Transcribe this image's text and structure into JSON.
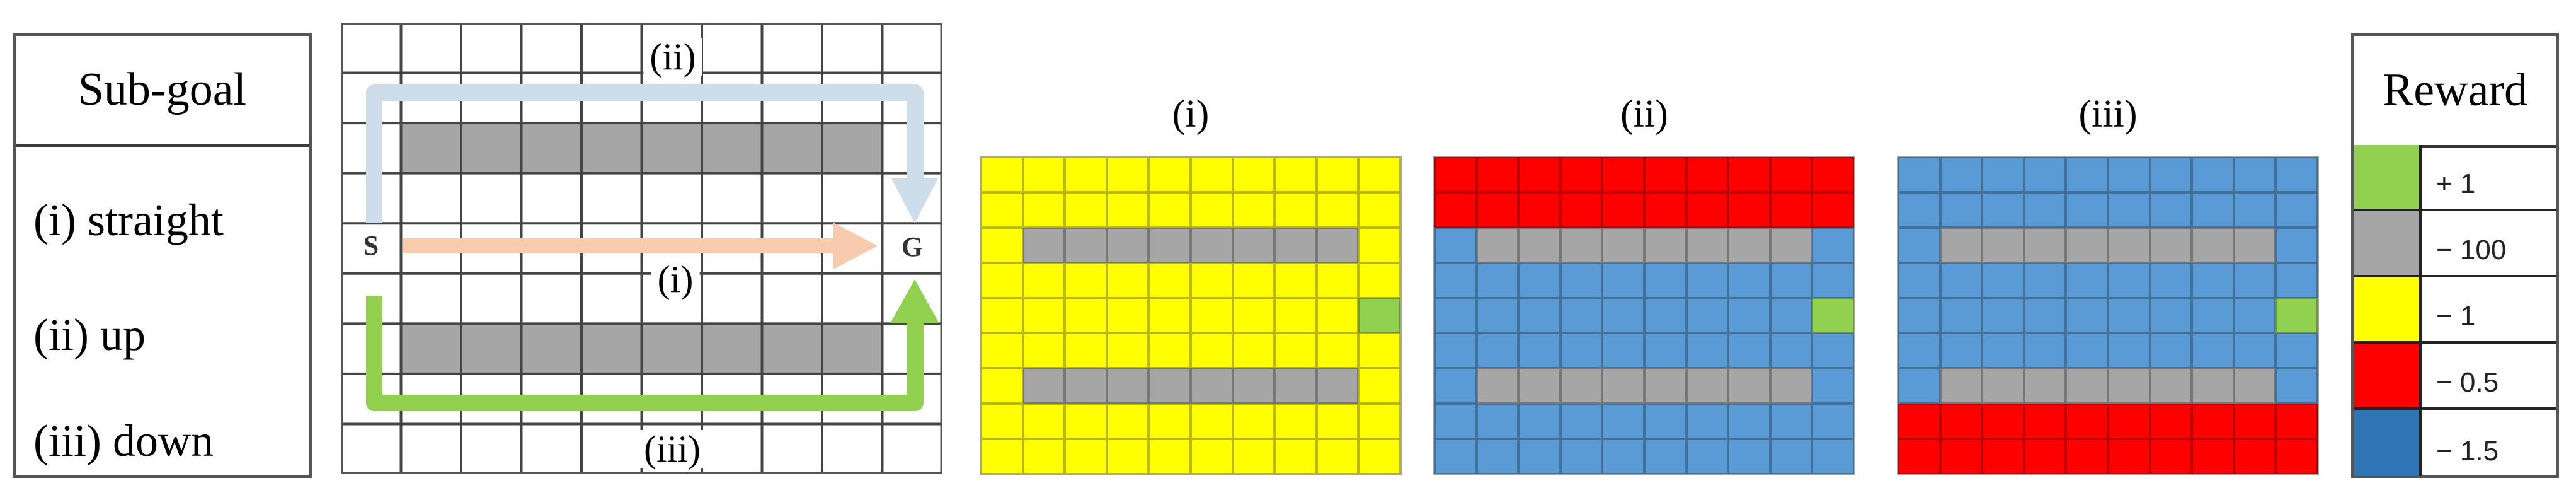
{
  "subgoal_table": {
    "header": "Sub-goal",
    "rows": [
      "(i) straight",
      "(ii) up",
      "(iii) down"
    ]
  },
  "main_grid": {
    "cols": 10,
    "rows": 9,
    "start_label": "S",
    "goal_label": "G",
    "path_labels": {
      "straight": "(i)",
      "up": "(ii)",
      "down": "(iii)"
    },
    "colors": {
      "wall": "#a6a6a6",
      "straight": "#f8cbad",
      "up": "#cddde9",
      "down": "#92d050"
    }
  },
  "maps": [
    {
      "title": "(i)",
      "base": "yellow",
      "red_rows": []
    },
    {
      "title": "(ii)",
      "base": "blue",
      "red_rows": [
        0,
        1
      ]
    },
    {
      "title": "(iii)",
      "base": "blue",
      "red_rows": [
        7,
        8
      ]
    }
  ],
  "map_layout": {
    "wall_rows": [
      2,
      6
    ],
    "wall_cols": [
      1,
      8
    ],
    "goal": [
      4,
      9
    ]
  },
  "legend": {
    "header": "Reward",
    "items": [
      {
        "key": "green",
        "color": "#92d050",
        "label": "+ 1"
      },
      {
        "key": "gray",
        "color": "#a6a6a6",
        "label": "− 100"
      },
      {
        "key": "yellow",
        "color": "#ffff00",
        "label": "− 1"
      },
      {
        "key": "red",
        "color": "#ff0000",
        "label": "− 0.5"
      },
      {
        "key": "blue",
        "color": "#2e75b6",
        "label": "− 1.5"
      }
    ]
  },
  "cell_colors": {
    "yellow": "#ffff00",
    "blue": "#5b9bd5",
    "red": "#ff0000",
    "gray": "#a6a6a6",
    "green": "#92d050"
  }
}
